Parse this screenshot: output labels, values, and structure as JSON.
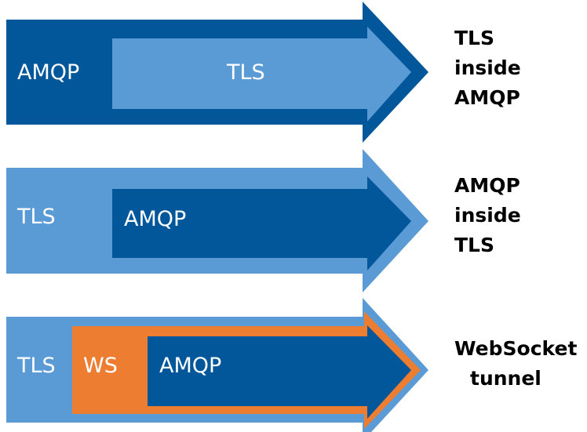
{
  "colors": {
    "dark_blue": "#02569A",
    "light_blue": "#5B9BD5",
    "orange": "#ED7D31"
  },
  "rows": [
    {
      "layers": [
        {
          "label": "AMQP",
          "color": "dark_blue",
          "role": "outer"
        },
        {
          "label": "TLS",
          "color": "light_blue",
          "role": "inner"
        }
      ],
      "caption": [
        "TLS",
        "inside",
        "AMQP"
      ]
    },
    {
      "layers": [
        {
          "label": "TLS",
          "color": "light_blue",
          "role": "outer"
        },
        {
          "label": "AMQP",
          "color": "dark_blue",
          "role": "inner"
        }
      ],
      "caption": [
        "AMQP",
        "inside",
        "TLS"
      ]
    },
    {
      "layers": [
        {
          "label": "TLS",
          "color": "light_blue",
          "role": "outer"
        },
        {
          "label": "WS",
          "color": "orange",
          "role": "middle"
        },
        {
          "label": "AMQP",
          "color": "dark_blue",
          "role": "inner"
        }
      ],
      "caption": [
        "WebSocket",
        "tunnel"
      ]
    }
  ]
}
